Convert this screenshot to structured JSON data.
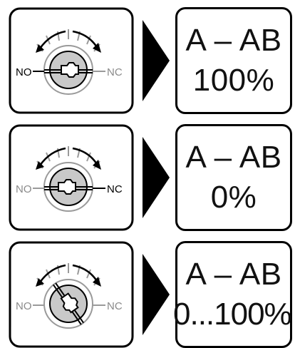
{
  "rows": [
    {
      "switch_position": "NO",
      "label_no": "NO",
      "label_nc": "NC",
      "contact": "A – AB",
      "value": "100%"
    },
    {
      "switch_position": "NC",
      "label_no": "NO",
      "label_nc": "NC",
      "contact": "A – AB",
      "value": "0%"
    },
    {
      "switch_position": "between",
      "label_no": "NO",
      "label_nc": "NC",
      "contact": "A – AB",
      "value": "0...100%"
    }
  ],
  "colors": {
    "stroke": "#000000",
    "knob_fill": "#c9c9c9",
    "dial_gray": "#9a9a9a",
    "label_gray": "#8a8a8a"
  }
}
